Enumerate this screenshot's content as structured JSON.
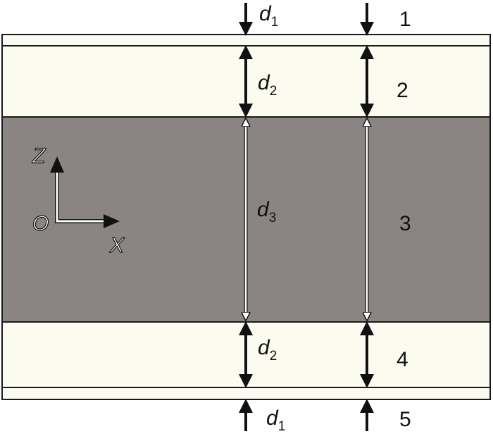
{
  "colors": {
    "thin_layer": "#fbfbf4",
    "spacer_layer": "#fbfbf0",
    "core_layer": "#8a8583",
    "outline": "#1a1a1a",
    "arrow_dark": "#111111",
    "arrow_light": "#ffffff",
    "axis_white": "#ffffff"
  },
  "layers": [
    {
      "id": "1",
      "label": "1"
    },
    {
      "id": "2",
      "label": "2"
    },
    {
      "id": "3",
      "label": "3"
    },
    {
      "id": "4",
      "label": "4"
    },
    {
      "id": "5",
      "label": "5"
    }
  ],
  "dimensions": {
    "top_d1": {
      "symbol": "d",
      "sub": "1"
    },
    "top_d2": {
      "symbol": "d",
      "sub": "2"
    },
    "d3": {
      "symbol": "d",
      "sub": "3"
    },
    "bottom_d2": {
      "symbol": "d",
      "sub": "2"
    },
    "bottom_d1": {
      "symbol": "d",
      "sub": "1"
    }
  },
  "axes": {
    "z": "Z",
    "origin": "O",
    "x": "X"
  }
}
